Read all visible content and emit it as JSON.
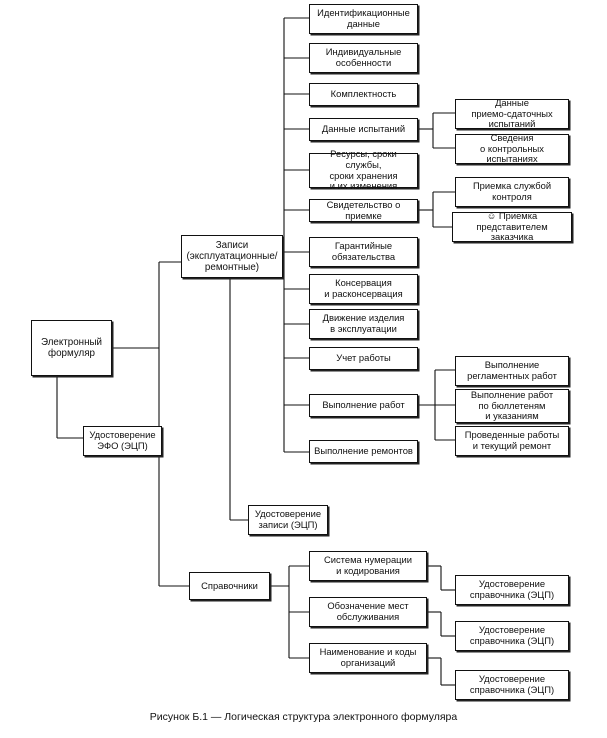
{
  "nodes": {
    "root": "Электронный\nформуляр",
    "efo": "Удостоверение\nЭФО (ЭЦП)",
    "records": "Записи\n(эксплуатационные/\nремонтные)",
    "records_sign": "Удостоверение\nзаписи (ЭЦП)",
    "refs": "Справочники",
    "ident": "Идентификационные\nданные",
    "indiv": "Индивидуальные\nособенности",
    "complete": "Комплектность",
    "tests": "Данные испытаний",
    "tests_accept": "Данные\nприемо-сдаточных\nиспытаний",
    "tests_control": "Сведения\nо контрольных\nиспытаниях",
    "resources": "Ресурсы, сроки службы,\nсроки хранения\nи их изменения",
    "acceptance": "Свидетельство о приемке",
    "accept_control": "Приемка  службой\nконтроля",
    "accept_customer": "☺ Приемка\nпредставителем заказчика",
    "warranty": "Гарантийные\nобязательства",
    "conserv": "Консервация\nи расконсервация",
    "movement": "Движение изделия\nв эксплуатации",
    "work_acct": "Учет работы",
    "works": "Выполнение работ",
    "works_reg": "Выполнение\nрегламентных работ",
    "works_bull": "Выполнение работ\nпо бюллетеням\nи указаниям",
    "works_done": "Проведенные работы\nи текущий ремонт",
    "repairs": "Выполнение ремонтов",
    "numbering": "Система нумерации\nи кодирования",
    "numbering_sign": "Удостоверение\nсправочника (ЭЦП)",
    "places": "Обозначение мест\nобслуживания",
    "places_sign": "Удостоверение\nсправочника (ЭЦП)",
    "orgs": "Наименование и коды\nорганизаций",
    "orgs_sign": "Удостоверение\nсправочника (ЭЦП)"
  },
  "caption": "Рисунок Б.1 — Логическая структура электронного формуляра"
}
